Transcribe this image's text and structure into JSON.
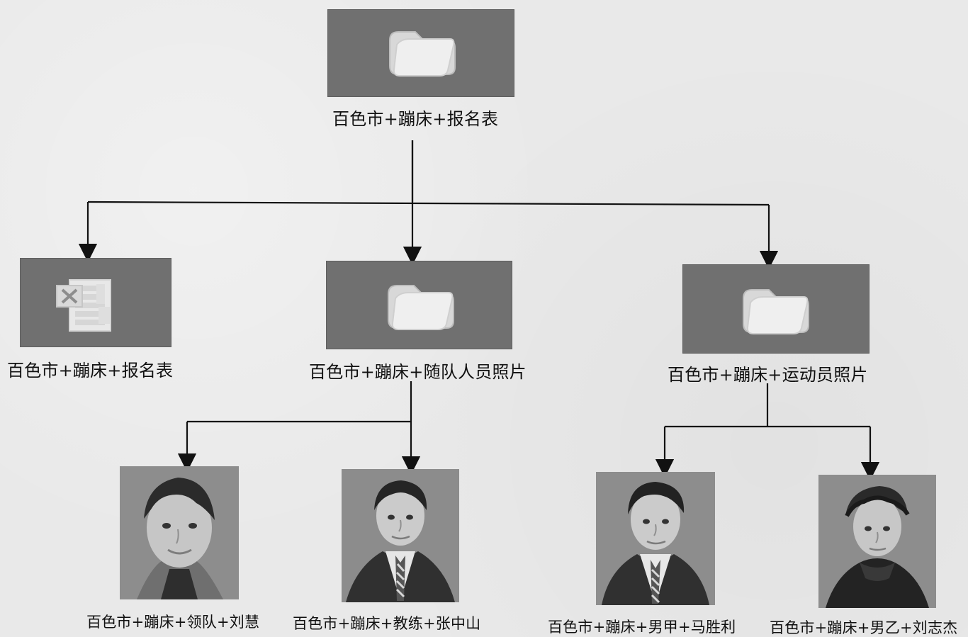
{
  "diagram": {
    "root": {
      "label": "百色市+蹦床+报名表",
      "icon": "folder-icon"
    },
    "branches": [
      {
        "id": "excel",
        "label": "百色市+蹦床+报名表",
        "icon": "excel-file-icon"
      },
      {
        "id": "staff",
        "label": "百色市+蹦床+随队人员照片",
        "icon": "folder-icon",
        "children": [
          {
            "id": "leader",
            "label": "百色市+蹦床+领队+刘慧",
            "icon": "portrait-woman-photo"
          },
          {
            "id": "coach",
            "label": "百色市+蹦床+教练+张中山",
            "icon": "portrait-man-suit-photo"
          }
        ]
      },
      {
        "id": "athletes",
        "label": "百色市+蹦床+运动员照片",
        "icon": "folder-icon",
        "children": [
          {
            "id": "athlete1",
            "label": "百色市+蹦床+男甲+马胜利",
            "icon": "portrait-man-suit-photo"
          },
          {
            "id": "athlete2",
            "label": "百色市+蹦床+男乙+刘志杰",
            "icon": "portrait-man-casual-photo"
          }
        ]
      }
    ]
  },
  "colors": {
    "background": "#e9e9e9",
    "tile": "#707070",
    "line": "#111111",
    "photo_background": "#8b8b8b"
  }
}
